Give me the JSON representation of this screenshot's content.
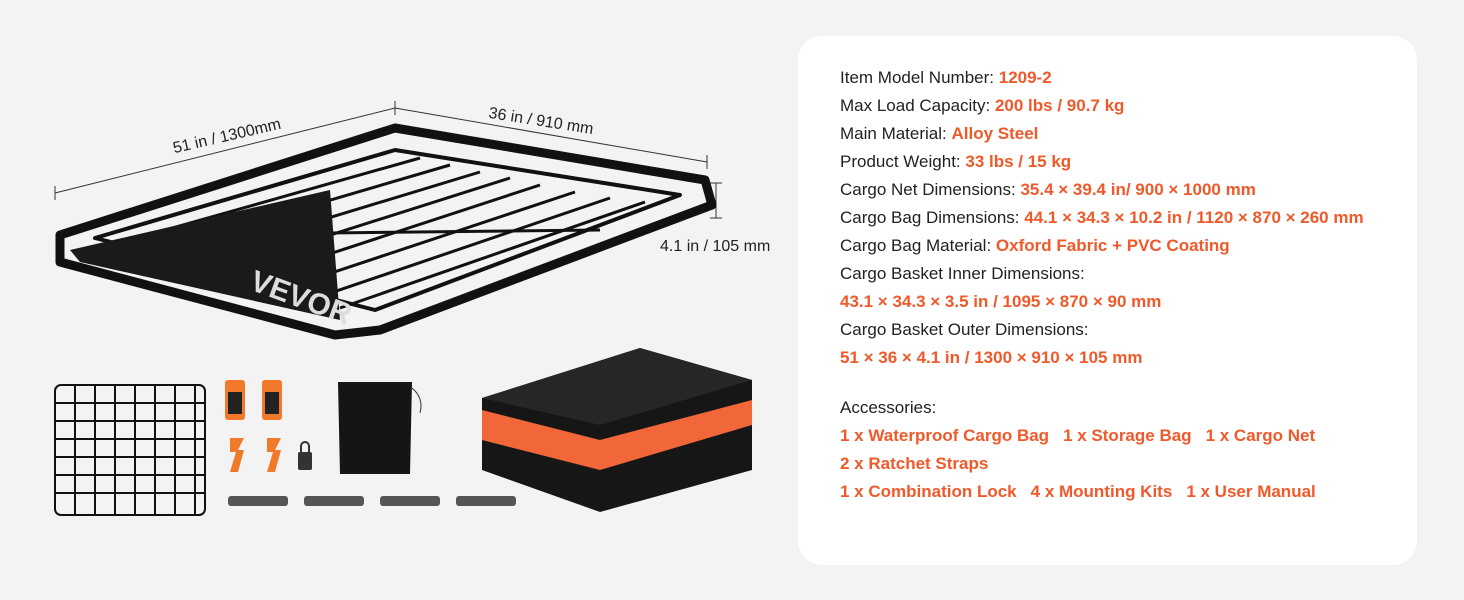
{
  "dimensions": {
    "length": "51 in / 1300mm",
    "width": "36 in / 910 mm",
    "height": "4.1 in / 105 mm"
  },
  "brand_logo": "VEVOR",
  "specs": [
    {
      "label": "Item Model Number: ",
      "value": "1209-2"
    },
    {
      "label": "Max Load Capacity: ",
      "value": "200 lbs / 90.7 kg"
    },
    {
      "label": "Main Material: ",
      "value": "Alloy Steel"
    },
    {
      "label": "Product Weight: ",
      "value": "33 lbs / 15 kg"
    },
    {
      "label": "Cargo Net Dimensions: ",
      "value": "35.4 × 39.4 in/ 900 × 1000 mm"
    },
    {
      "label": "Cargo Bag Dimensions: ",
      "value": "44.1 × 34.3 × 10.2 in / 1120 × 870 × 260 mm"
    },
    {
      "label": "Cargo Bag Material: ",
      "value": "Oxford Fabric + PVC Coating"
    },
    {
      "label": "Cargo Basket Inner Dimensions:",
      "value": ""
    },
    {
      "label": "",
      "value": "43.1 × 34.3 × 3.5 in / 1095 × 870 × 90 mm"
    },
    {
      "label": "Cargo Basket Outer Dimensions:",
      "value": ""
    },
    {
      "label": "",
      "value": "51 × 36 × 4.1 in / 1300 × 910 × 105 mm"
    }
  ],
  "accessories": {
    "title": "Accessories:",
    "lines": [
      [
        "1 x Waterproof Cargo Bag",
        "1 x Storage Bag",
        "1 x Cargo Net"
      ],
      [
        "2 x Ratchet Straps"
      ],
      [
        "1 x Combination Lock",
        "4 x Mounting Kits",
        "1 x User Manual"
      ]
    ]
  },
  "colors": {
    "accent": "#f0592a",
    "text": "#222222"
  }
}
